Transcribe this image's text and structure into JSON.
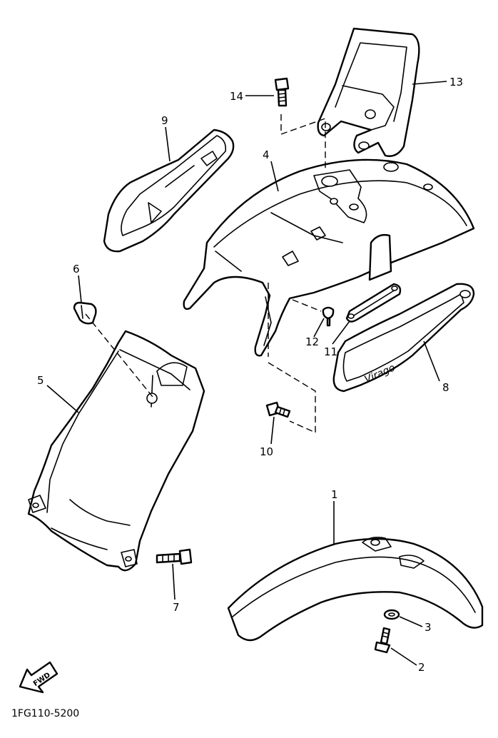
{
  "callouts": {
    "c1": "1",
    "c2": "2",
    "c3": "3",
    "c4": "4",
    "c5": "5",
    "c6": "6",
    "c7": "7",
    "c8": "8",
    "c9": "9",
    "c10": "10",
    "c11": "11",
    "c12": "12",
    "c13": "13",
    "c14": "14"
  },
  "diagram_code": "1FG110-5200",
  "fwd_label": "FWD",
  "emblem_text": "Virago"
}
